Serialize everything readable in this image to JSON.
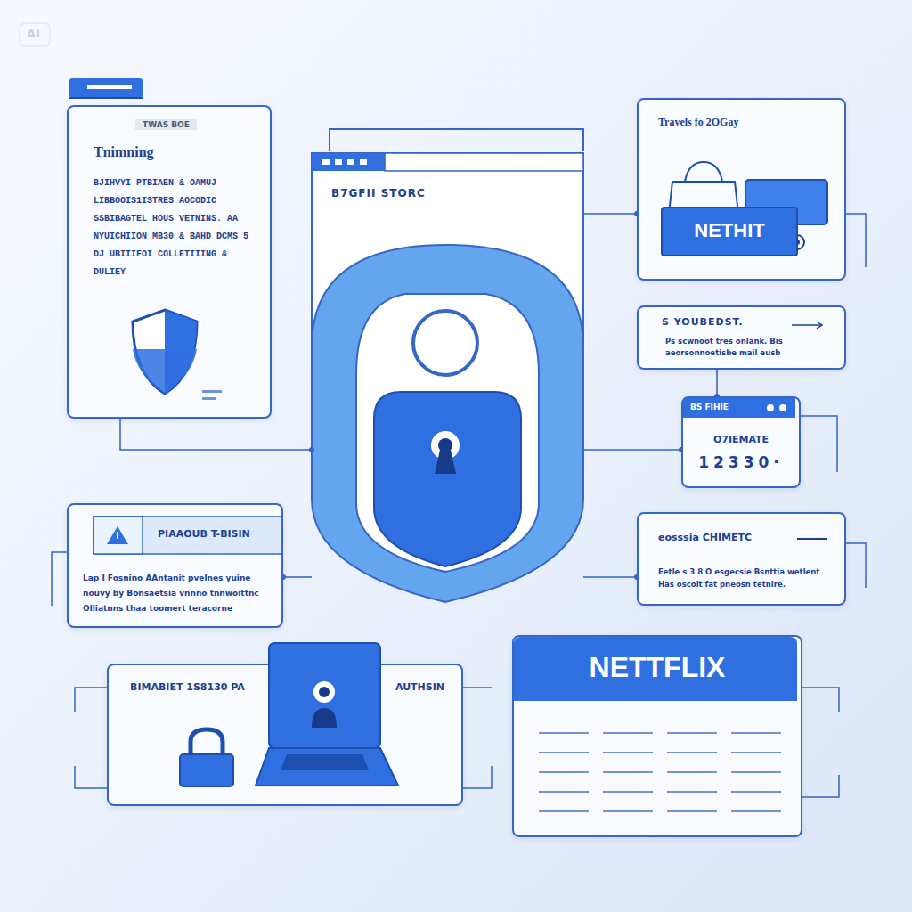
{
  "diagram": {
    "nodes": [
      {
        "text": [
          "TWAS BOE",
          "Tnimning",
          "BJIHVYI PTBIAEN & OAMUJ LIBBOOIS1ISTRES AOCODIC SSBIBAGTEL HOUS VETNINS. AA NYUICHIION MB30 & BAHD DCMS 5 DJ UBIIIFOI COLLETIIING & DULIEY"
        ]
      },
      {
        "text": [
          "B7GFII STORC"
        ]
      },
      {
        "text": [
          "Travels fo 2OGay"
        ]
      },
      {
        "text": [
          "NETHIT"
        ],
        "in": 2
      },
      {
        "text": [
          "S YOUBEDST.",
          "Ps scwnoot tres onlank. Bis aeorsonnoetisbe mail eusb"
        ]
      },
      {
        "text": [
          "BS FIHIE",
          "O7IEMATE",
          "12330·"
        ]
      },
      {
        "text": [
          "PIAAOUB T-BISIN",
          "Lap I Fosnino AAntanit pvelnes yuine nouvy by Bonsaetsia vnnno tnnwoittnc Olliatnns thaa toomert teracorne"
        ]
      },
      {
        "text": [
          "eosssia CHIMETC",
          "Eetle s 3 8 O esgecsie Bsnttia wetlent Has oscolt fat pneosn tetnire."
        ]
      },
      {
        "text": [
          "BIMABIET 1S8130 PA",
          "AUTHSIN"
        ]
      },
      {
        "text": [
          "NETTFLIX"
        ]
      }
    ],
    "edges": [
      {
        "from": 0,
        "to": 1,
        "arrow": "none"
      },
      {
        "from": 1,
        "to": 2,
        "arrow": "none"
      },
      {
        "from": 1,
        "to": 5,
        "arrow": "none"
      },
      {
        "from": 1,
        "to": 6,
        "arrow": "none"
      },
      {
        "from": 1,
        "to": 7,
        "arrow": "none"
      },
      {
        "from": 4,
        "to": 5,
        "arrow": "none"
      }
    ],
    "labels": [
      "AI"
    ]
  }
}
